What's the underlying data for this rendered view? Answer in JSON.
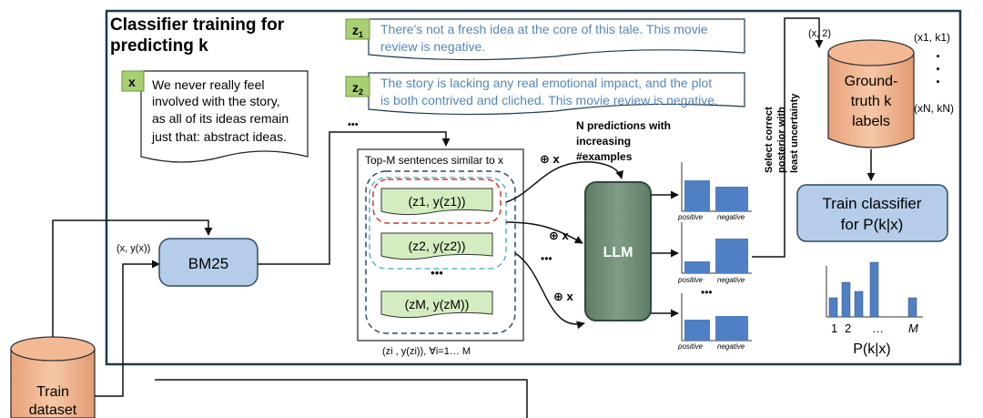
{
  "title": [
    "Classifier training for",
    "predicting k"
  ],
  "x_example": {
    "tag": "x",
    "lines": [
      "We never really feel",
      "involved with the story,",
      "as all of its ideas remain",
      "just that: abstract ideas."
    ]
  },
  "z1_example": {
    "tag": "z",
    "sub": "1",
    "lines": [
      "There's not a fresh idea at the core of this tale. This movie",
      "review is negative."
    ]
  },
  "z2_example": {
    "tag": "z",
    "sub": "2",
    "lines": [
      "The story is lacking any real emotional impact, and the plot",
      "is both contrived and cliched. This movie review is negative."
    ]
  },
  "bm25": {
    "label": "BM25",
    "input_label": "(x, y(x))"
  },
  "topm": {
    "header": "Top-M sentences similar to x",
    "items": [
      "(z1, y(z1))",
      "(z2, y(z2))",
      "(zM, y(zM))"
    ],
    "ellipsis": "•••",
    "footer": "(zi , y(zi)), ∀i=1… M"
  },
  "plus_x": "⊕ x",
  "dots": "•••",
  "n_predictions": [
    "N predictions with",
    "increasing",
    "#examples"
  ],
  "llm": "LLM",
  "bar_labels": [
    "positive",
    "negative"
  ],
  "select_label": [
    "Select correct",
    "posterior with",
    "least uncertainty"
  ],
  "ground_truth": {
    "lines": [
      "Ground-",
      "truth k",
      "labels"
    ],
    "input_label": "(x, 2)",
    "top_label": "(x1, k1)",
    "bottom_label": "(xN, kN)",
    "ellipsis": "·"
  },
  "train_classifier": [
    "Train classifier",
    "for P(k|x)"
  ],
  "posterior_chart": {
    "ticks": [
      "1",
      "2",
      "…",
      "M"
    ],
    "caption": "P(k|x)"
  },
  "train_dataset": [
    "Train",
    "dataset"
  ],
  "colors": {
    "green": "#a8cf72",
    "green_light": "#d4edc0",
    "blue_box": "#b5cde8",
    "blue_bar": "#4f7fc4",
    "llm": "#6e8c74",
    "cylinder": "#f0b48e",
    "frame": "#1f3a4a",
    "quote_text": "#5687b4"
  }
}
